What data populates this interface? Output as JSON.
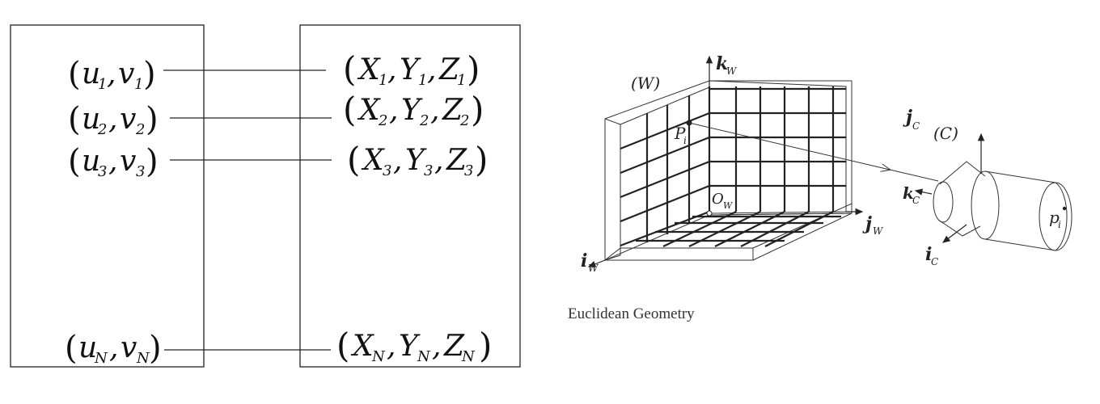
{
  "correspondence": {
    "image_points": [
      {
        "u": "u",
        "v": "v",
        "sub": "1"
      },
      {
        "u": "u",
        "v": "v",
        "sub": "2"
      },
      {
        "u": "u",
        "v": "v",
        "sub": "3"
      },
      {
        "u": "u",
        "v": "v",
        "sub": "N"
      }
    ],
    "world_points": [
      {
        "X": "X",
        "Y": "Y",
        "Z": "Z",
        "sub": "1"
      },
      {
        "X": "X",
        "Y": "Y",
        "Z": "Z",
        "sub": "2"
      },
      {
        "X": "X",
        "Y": "Y",
        "Z": "Z",
        "sub": "3"
      },
      {
        "X": "X",
        "Y": "Y",
        "Z": "Z",
        "sub": "N"
      }
    ],
    "comma": ","
  },
  "geometry": {
    "world_frame": "(W)",
    "camera_frame": "(C)",
    "k_w": {
      "base": "k",
      "sub": "W"
    },
    "j_w": {
      "base": "j",
      "sub": "W"
    },
    "i_w": {
      "base": "i",
      "sub": "W"
    },
    "origin": {
      "base": "O",
      "sub": "W"
    },
    "point_world": {
      "base": "P",
      "sub": "i"
    },
    "point_image": {
      "base": "p",
      "sub": "i"
    },
    "j_c": {
      "base": "j",
      "sub": "C"
    },
    "k_c": {
      "base": "k",
      "sub": "C"
    },
    "i_c": {
      "base": "i",
      "sub": "C"
    },
    "caption": "Euclidean Geometry"
  }
}
